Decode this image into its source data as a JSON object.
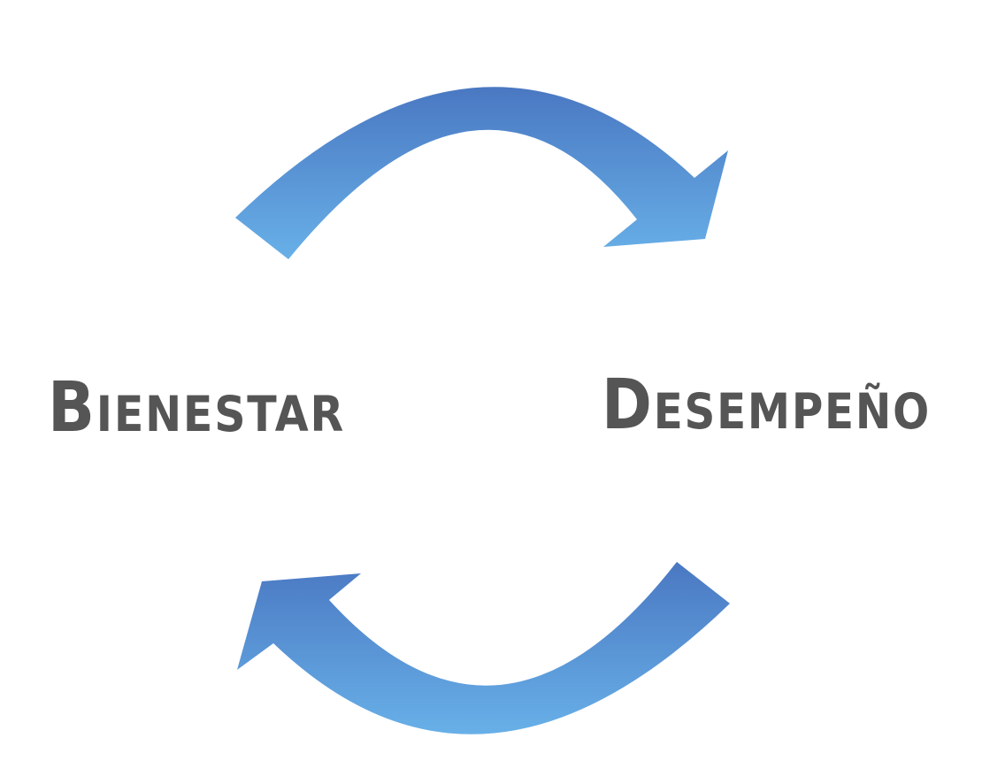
{
  "diagram": {
    "type": "cycle",
    "nodes": [
      {
        "id": "bienestar",
        "label": "Bienestar"
      },
      {
        "id": "desempeno",
        "label": "Desempeño"
      }
    ],
    "edges": [
      {
        "from": "bienestar",
        "to": "desempeno"
      },
      {
        "from": "desempeno",
        "to": "bienestar"
      }
    ]
  },
  "colors": {
    "arrow_dark": "#4a78c2",
    "arrow_light": "#68b0e8",
    "label_text": "#555555",
    "background": "#ffffff"
  }
}
